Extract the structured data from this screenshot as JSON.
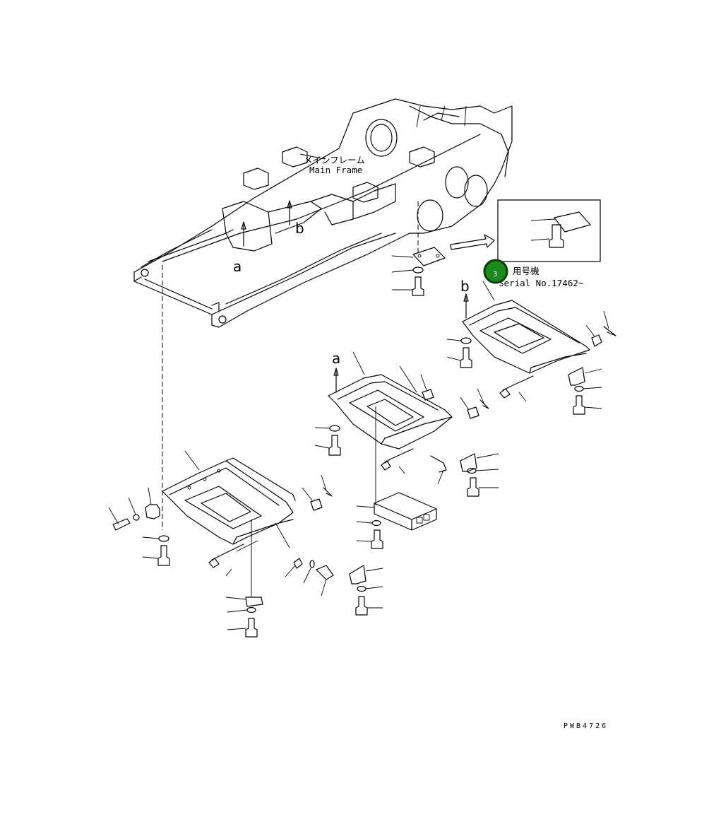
{
  "labels": {
    "main_frame_jp": "メインフレーム",
    "main_frame_en": "Main Frame",
    "serial_jp": "用号機",
    "serial_en": "Serial No.17462~",
    "view_a": "a",
    "view_b": "b",
    "drawing_code": "PWB4726"
  },
  "marker": {
    "number": "3",
    "fill_color": "#1a8a1a",
    "ring_color": "#0b3d0b"
  }
}
